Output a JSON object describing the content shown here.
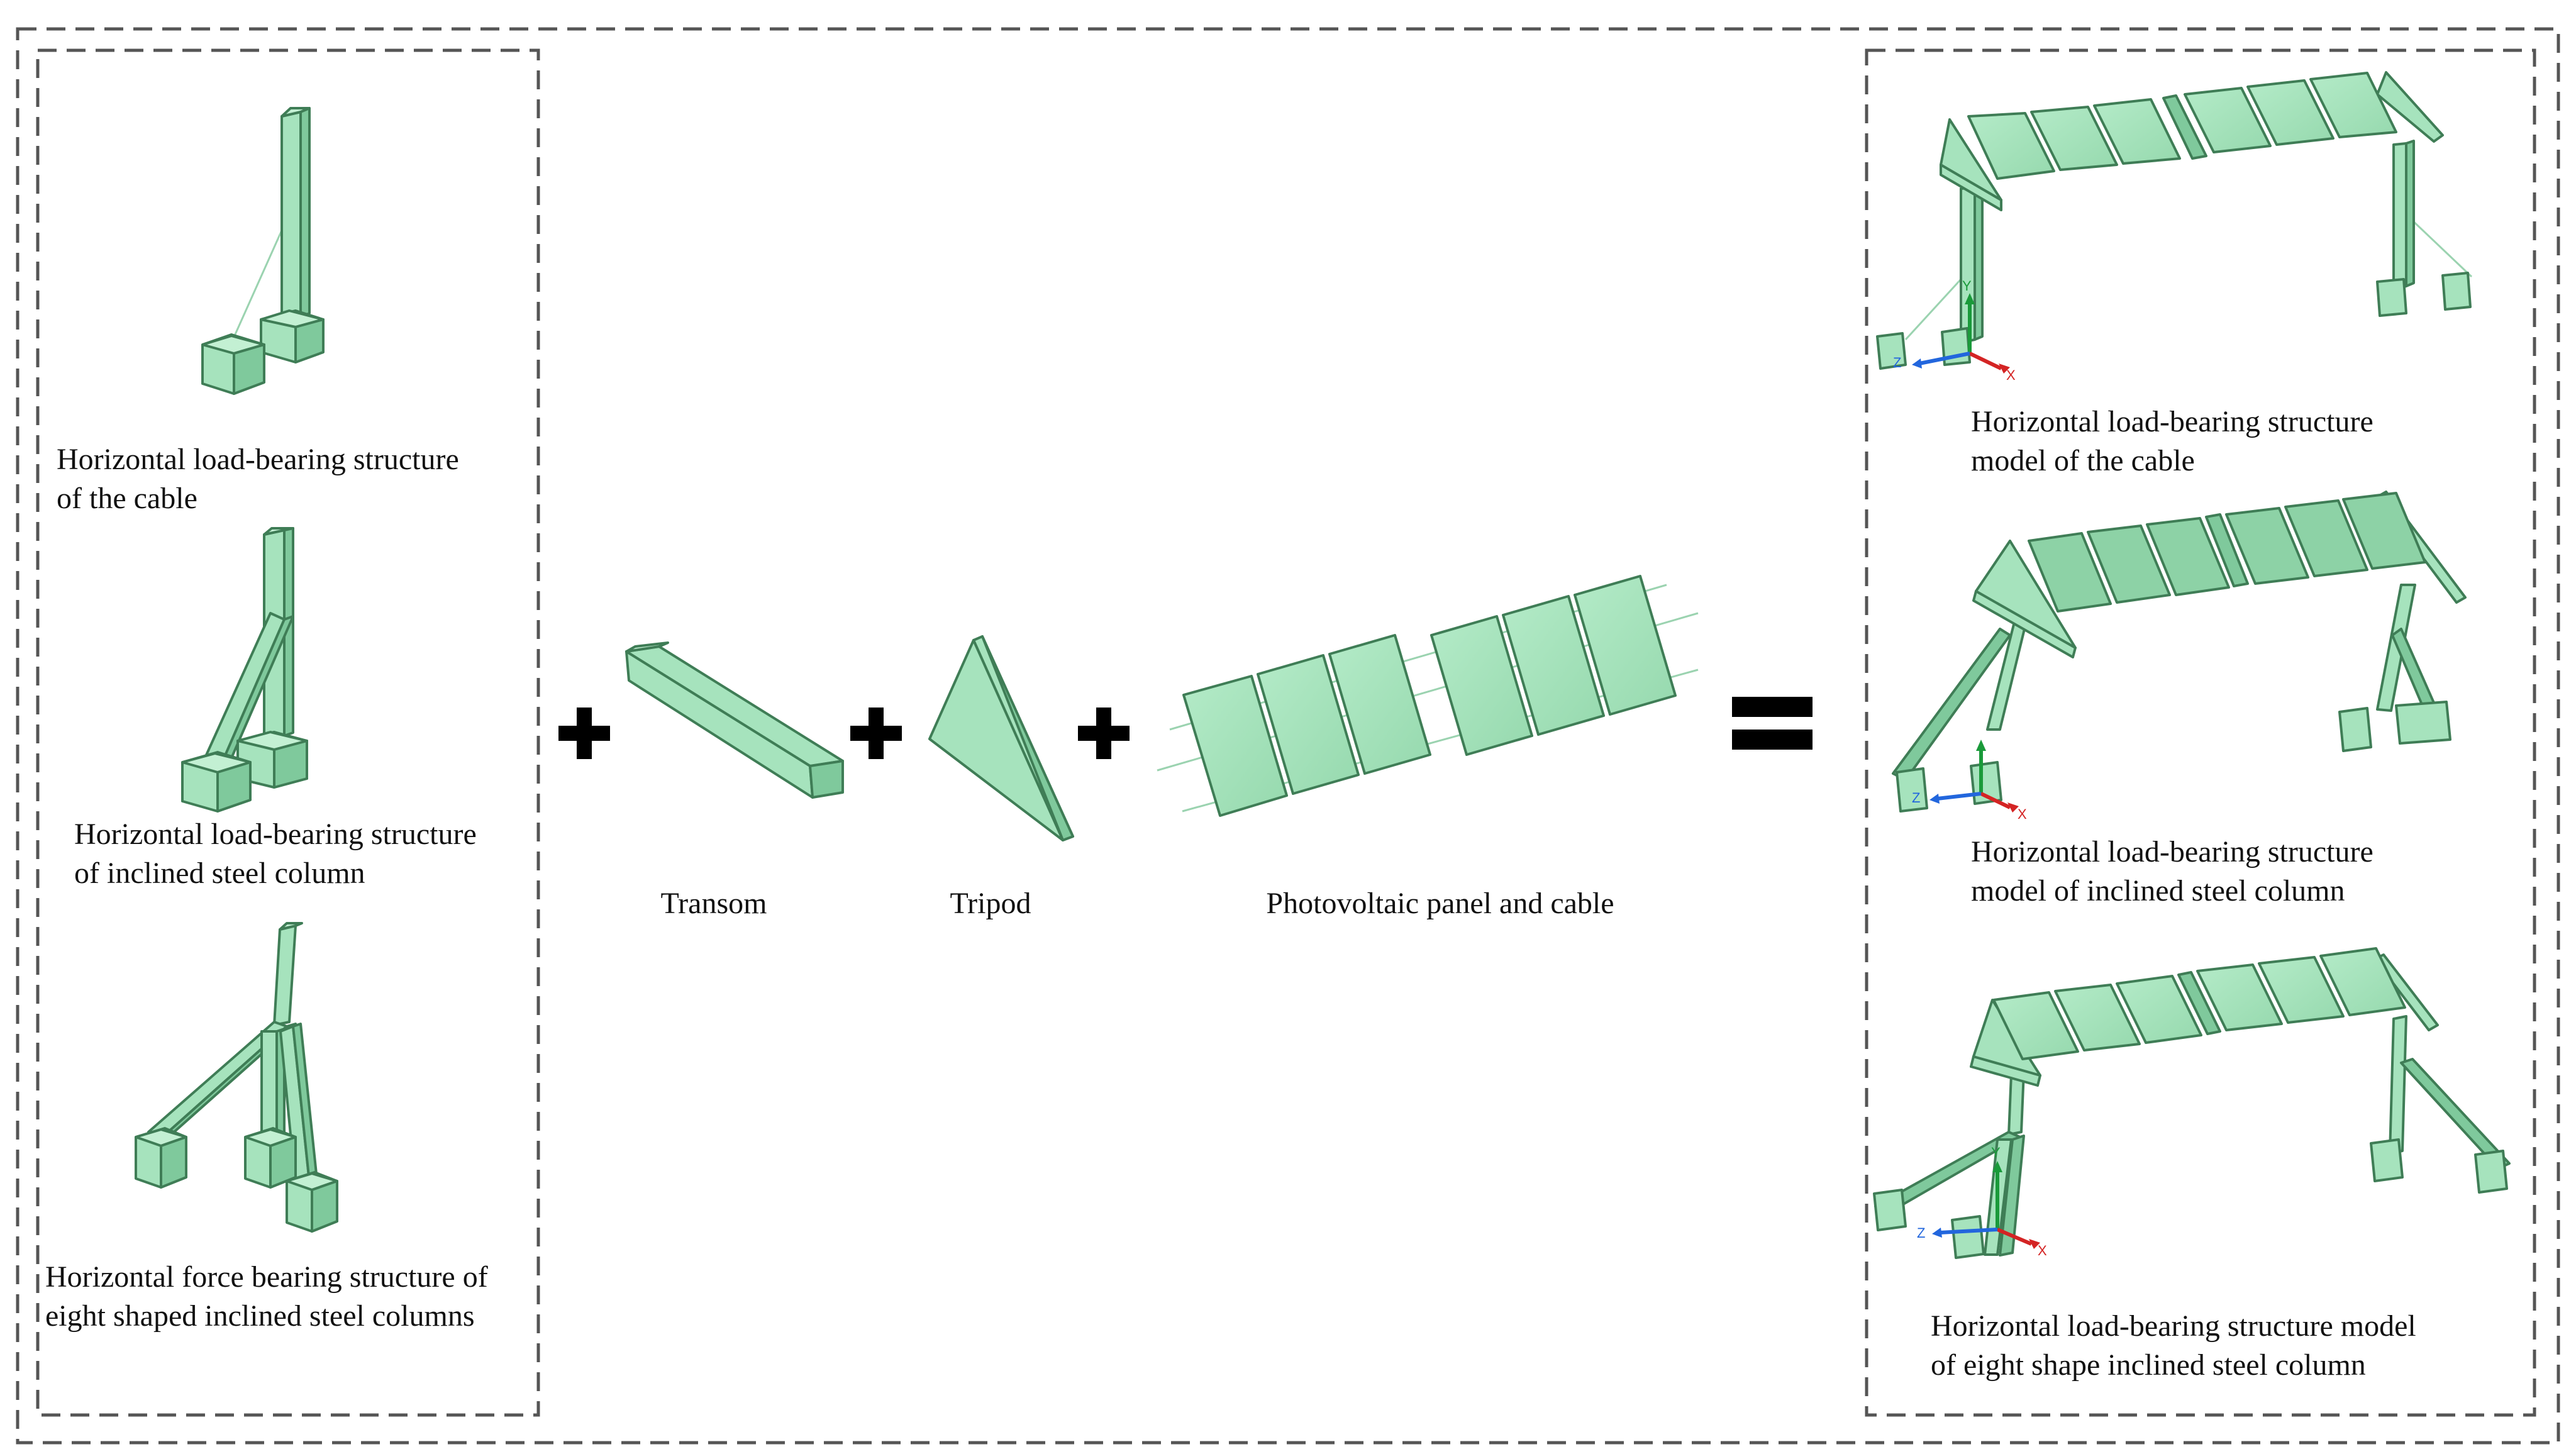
{
  "colors": {
    "fill": "#a6e3bd",
    "fill_dark": "#78c898",
    "stroke": "#3f7d56",
    "border": "#555555"
  },
  "left_components": [
    {
      "line1": "Horizontal load-bearing structure",
      "line2": "of the cable"
    },
    {
      "line1": "Horizontal load-bearing structure",
      "line2": "of inclined steel column"
    },
    {
      "line1": "Horizontal force bearing structure of",
      "line2": "eight shaped inclined steel columns"
    }
  ],
  "middle_components": [
    {
      "label": "Transom"
    },
    {
      "label": "Tripod"
    },
    {
      "label": "Photovoltaic panel and cable"
    }
  ],
  "operators": {
    "plus": "+",
    "equals": "="
  },
  "right_models": [
    {
      "line1": "Horizontal load-bearing structure",
      "line2": "model of the cable"
    },
    {
      "line1": "Horizontal load-bearing structure",
      "line2": "model of inclined steel column"
    },
    {
      "line1": "Horizontal load-bearing structure model",
      "line2": "of eight shape inclined steel column"
    }
  ],
  "axis_labels": {
    "x": "X",
    "y": "Y",
    "z": "Z"
  }
}
